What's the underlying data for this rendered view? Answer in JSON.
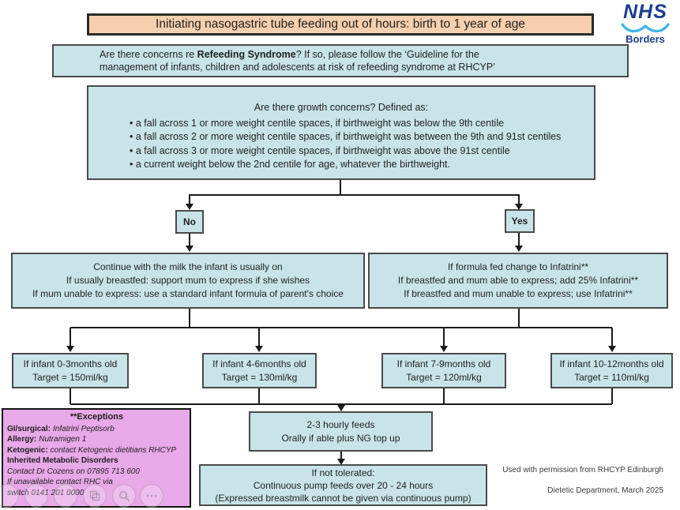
{
  "header": {
    "title": "Initiating nasogastric tube feeding out of hours: birth to 1 year of age"
  },
  "logo": {
    "nhs": "NHS",
    "borders": "Borders"
  },
  "refeeding": {
    "pre": "Are there concerns re ",
    "bold": "Refeeding Syndrome",
    "post": "?  If so, please follow the ‘Guideline for the",
    "line2": "management of infants, children and adolescents at risk of refeeding syndrome at RHCYP’"
  },
  "growth": {
    "heading": "Are there growth concerns? Defined as:",
    "bullets": [
      "• a fall across 1 or more weight centile spaces, if birthweight was below the 9th centile",
      "• a fall across 2 or more weight centile spaces, if birthweight was between the 9th and 91st centiles",
      "• a fall across 3 or more weight centile spaces, if birthweight was above the 91st centile",
      "• a current weight below the 2nd centile for age, whatever the birthweight."
    ]
  },
  "decision": {
    "no": "No",
    "yes": "Yes"
  },
  "no_branch": {
    "lines": [
      "Continue with the milk the infant is usually on",
      "If usually breastfed: support mum to express if she wishes",
      "If mum unable to express: use a standard infant formula of parent's choice"
    ]
  },
  "yes_branch": {
    "lines": [
      "If formula fed change to Infatrini**",
      "If breastfed and mum able to express; add 25% Infatrini**",
      "If breastfed and mum unable to express; use Infatrini**"
    ]
  },
  "targets": [
    {
      "line1": "If infant 0-3months old",
      "line2": "Target = 150ml/kg"
    },
    {
      "line1": "If infant 4-6months old",
      "line2": "Target = 130ml/kg"
    },
    {
      "line1": "If infant 7-9months old",
      "line2": "Target = 120ml/kg"
    },
    {
      "line1": "If infant 10-12months old",
      "line2": "Target = 110ml/kg"
    }
  ],
  "feeds": {
    "lines": [
      "2-3 hourly feeds",
      "Orally if able plus NG top up"
    ]
  },
  "not_tolerated": {
    "lines": [
      "If not tolerated:",
      "Continuous pump feeds over 20 - 24 hours",
      "(Expressed breastmilk cannot be given via continuous pump)"
    ]
  },
  "exceptions": {
    "title": "**Exceptions",
    "rows": [
      {
        "label": "GI/surgical:",
        "value": "Infatrini Peptisorb"
      },
      {
        "label": "Allergy:",
        "value": "Nutramigen 1"
      },
      {
        "label": "Ketogenic:",
        "value": "contact Ketogenic dietitians RHCYP"
      },
      {
        "label": "Inherited Metabolic Disorders",
        "value": ""
      }
    ],
    "contact_lines": [
      "Contact Dr Cozens on 07895 713 600",
      "If unavailable contact RHC  via",
      "switch 0141 201 0000"
    ]
  },
  "footer": {
    "line1": "Used with permission from RHCYP Edinburgh",
    "line2": "Dietetic Department, March 2025"
  },
  "overlay_toolbar": {
    "buttons": [
      "blank",
      "blank",
      "blank",
      "copy-icon",
      "search-icon",
      "more-icon"
    ]
  },
  "colors": {
    "title_bg": "#f6cfae",
    "box_bg": "#c9e4e8",
    "exceptions_bg": "#e8a9e8",
    "nhs_blue": "#1b3e90",
    "nhs_wave": "#3fb3e3",
    "line": "#1a1a1a"
  }
}
